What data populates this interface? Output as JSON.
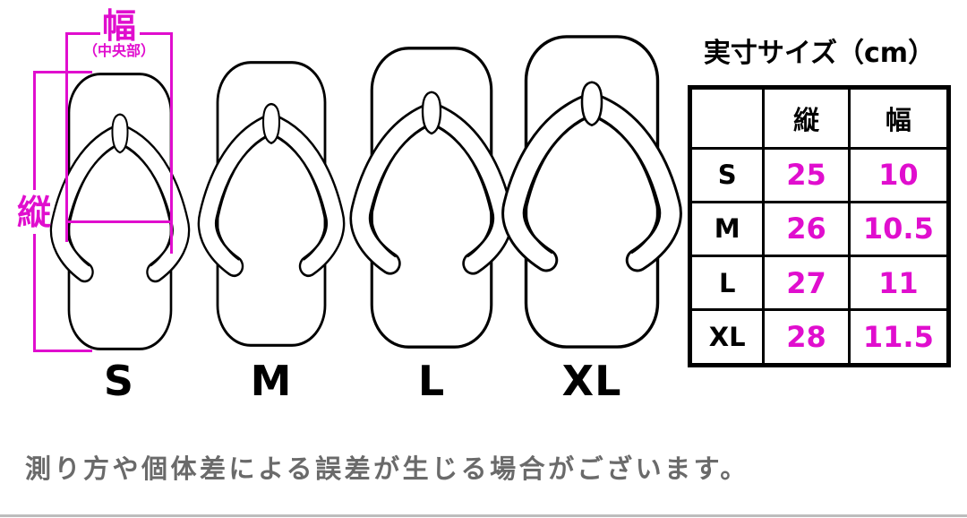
{
  "colors": {
    "annotation_magenta": "#e00ece",
    "line_black": "#000000",
    "note_gray": "#6a6a6a",
    "divider_gray": "#bcbcbc",
    "background": "#ffffff"
  },
  "diagram": {
    "width_label": "幅",
    "width_sublabel": "（中央部）",
    "length_label": "縦",
    "sandals": [
      {
        "size": "S"
      },
      {
        "size": "M"
      },
      {
        "size": "L"
      },
      {
        "size": "XL"
      }
    ]
  },
  "size_table": {
    "title": "実寸サイズ（cm）",
    "col_headers": [
      "縦",
      "幅"
    ],
    "rows": [
      {
        "size": "S",
        "length": "25",
        "width": "10"
      },
      {
        "size": "M",
        "length": "26",
        "width": "10.5"
      },
      {
        "size": "L",
        "length": "27",
        "width": "11"
      },
      {
        "size": "XL",
        "length": "28",
        "width": "11.5"
      }
    ]
  },
  "footer": {
    "note": "測り方や個体差による誤差が生じる場合がございます。"
  }
}
